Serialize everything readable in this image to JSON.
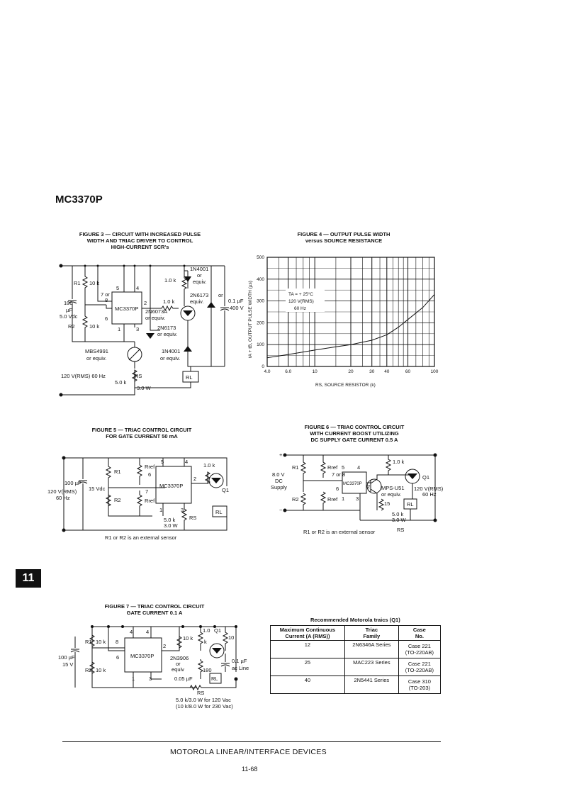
{
  "part_number": "MC3370P",
  "fig3": {
    "caption": [
      "FIGURE 3 — CIRCUIT WITH INCREASED PULSE",
      "WIDTH AND TRIAC DRIVER TO CONTROL",
      "HIGH-CURRENT SCR's"
    ],
    "labels": {
      "r1": "R1",
      "r1val": "10 k",
      "r2": "R2",
      "r2val": "10 k",
      "cap": "100",
      "cap2": "µF",
      "vdc": "5.0 Vdc",
      "ic": "MC3370P",
      "p5": "5",
      "p4": "4",
      "p7": "7 or",
      "p8": "8",
      "p6": "6",
      "p2": "2",
      "p1": "1",
      "p3": "3",
      "r10k": "1.0 k",
      "r1k": "1.0 k",
      "d1": "1N4001",
      "d1b": "or",
      "d1c": "equiv.",
      "scr": "2N6173",
      "scr2": "or",
      "scr3": "equiv.",
      "triac": "2N6073A",
      "triac2": "or equiv.",
      "scr4": "2N6173",
      "scr5": "or equiv.",
      "c2": "0.1 µF",
      "c2b": "400 V",
      "mbs": "MBS4991",
      "mbs2": "or equiv.",
      "d2": "1N4001",
      "d2b": "or equiv.",
      "ac": "120 V(RMS) 60 Hz",
      "rs": "RS",
      "rsval": "5.0 k",
      "rsw": "3.0 W",
      "rl": "RL"
    }
  },
  "fig4": {
    "caption": [
      "FIGURE 4 — OUTPUT PULSE WIDTH",
      "versus SOURCE RESISTANCE"
    ],
    "ylabel": "tA + tB, OUTPUT PULSE WIDTH (µs)",
    "xlabel": "RS, SOURCE RESISTOR (k)",
    "annotation": [
      "TA = + 25°C",
      "120 V(RMS)",
      "60 Hz"
    ]
  },
  "chart_data": {
    "type": "line",
    "title": "FIGURE 4 — OUTPUT PULSE WIDTH versus SOURCE RESISTANCE",
    "xlabel": "RS, SOURCE RESISTOR (k)",
    "ylabel": "tA + tB, OUTPUT PULSE WIDTH (µs)",
    "x_scale": "log",
    "xlim": [
      4.0,
      100
    ],
    "ylim": [
      0,
      500
    ],
    "x_ticks": [
      "4.0",
      "6.0",
      "10",
      "20",
      "30",
      "40",
      "60",
      "100"
    ],
    "y_ticks": [
      "0",
      "100",
      "200",
      "300",
      "400",
      "500"
    ],
    "grid": true,
    "series": [
      {
        "x": [
          4,
          6,
          10,
          15,
          20,
          30,
          40,
          50,
          60,
          80,
          100
        ],
        "y": [
          40,
          55,
          75,
          90,
          100,
          120,
          145,
          180,
          215,
          270,
          330
        ]
      }
    ]
  },
  "fig5": {
    "caption": [
      "FIGURE 5 — TRIAC CONTROL CIRCUIT",
      "FOR GATE CURRENT 50 mA"
    ],
    "labels": {
      "r1": "R1",
      "r2": "R2",
      "rref": "Rref",
      "rref2": "Rref",
      "cap": "100 µF",
      "vdc": "15 Vdc",
      "ac": "120 V(RMS)",
      "hz": "60 Hz",
      "ic": "MC3370P",
      "p5": "5",
      "p4": "4",
      "p6": "6",
      "p7": "7",
      "p2": "2",
      "p1": "1",
      "p3": "3",
      "r1k": "1.0 k",
      "q1": "Q1",
      "rl": "RL",
      "rsval": "5.0 k",
      "rsw": "3.0 W",
      "rs": "RS"
    },
    "note": "R1 or R2 is an external sensor"
  },
  "fig6": {
    "caption": [
      "FIGURE 6 — TRIAC CONTROL CIRCUIT",
      "WITH CURRENT BOOST UTILIZING",
      "DC SUPPLY GATE CURRENT 0.5 A"
    ],
    "labels": {
      "r1": "R1",
      "r2": "R2",
      "rref": "Rref",
      "rref2": "Rref",
      "v": "8.0 V",
      "dc": "DC",
      "supply": "Supply",
      "ic": "MC3370P",
      "p5": "5",
      "p4": "4",
      "p78": "7 or 8",
      "p6": "6",
      "p2": "2",
      "p1": "1",
      "p3": "3",
      "r1k": "1.0 k",
      "q1": "Q1",
      "mps": "MPS-U51",
      "mps2": "or equiv.",
      "r15": "15",
      "rl": "RL",
      "ac": "120 V(RMS)",
      "hz": "60 Hz",
      "rsval": "5.0 k",
      "rsw": "3.0 W",
      "rs": "RS"
    },
    "note": "R1 or R2 is an external sensor"
  },
  "fig7": {
    "caption": [
      "FIGURE 7 — TRIAC CONTROL CIRCUIT",
      "GATE CURRENT 0.1 A"
    ],
    "labels": {
      "r1": "R1",
      "r2": "R2",
      "r10k": "10 k",
      "r10k2": "10 k",
      "cap": "100 µF",
      "v": "15 V",
      "ic": "MC3370P",
      "p4": "4",
      "p4b": "4",
      "p8": "8",
      "p6": "6",
      "p2": "2",
      "p1": "1",
      "p3": "3",
      "r10ka": "10 k",
      "rk": "1.0",
      "rkb": "k",
      "r10": "10",
      "q1": "Q1",
      "tr": "2N3906",
      "tr2": "or",
      "tr3": "equiv",
      "r180": "180",
      "c": "0.1 µF",
      "acline": "ac Line",
      "c05": "0.05 µF",
      "rl": "RL",
      "rs": "RS"
    },
    "note": [
      "5.0 k/3.0 W for 120 Vac",
      "(10 k/8.0 W for 230 Vac)"
    ]
  },
  "table": {
    "title": "Recommended Motorola traics (Q1)",
    "headers": [
      [
        "Maximum Continuous",
        "Current (A (RMS))"
      ],
      [
        "Triac",
        "Family"
      ],
      [
        "Case",
        "No."
      ]
    ],
    "rows": [
      {
        "current": "12",
        "family": "2N6346A Series",
        "case": [
          "Case 221",
          "(TO-220AB)"
        ]
      },
      {
        "current": "25",
        "family": "MAC223 Series",
        "case": [
          "Case 221",
          "(TO-220AB)"
        ]
      },
      {
        "current": "40",
        "family": "2N5441 Series",
        "case": [
          "Case 310",
          "(TO-203)"
        ]
      }
    ]
  },
  "section_tab": "11",
  "footer": {
    "title": "MOTOROLA LINEAR/INTERFACE DEVICES",
    "page": "11-68"
  }
}
